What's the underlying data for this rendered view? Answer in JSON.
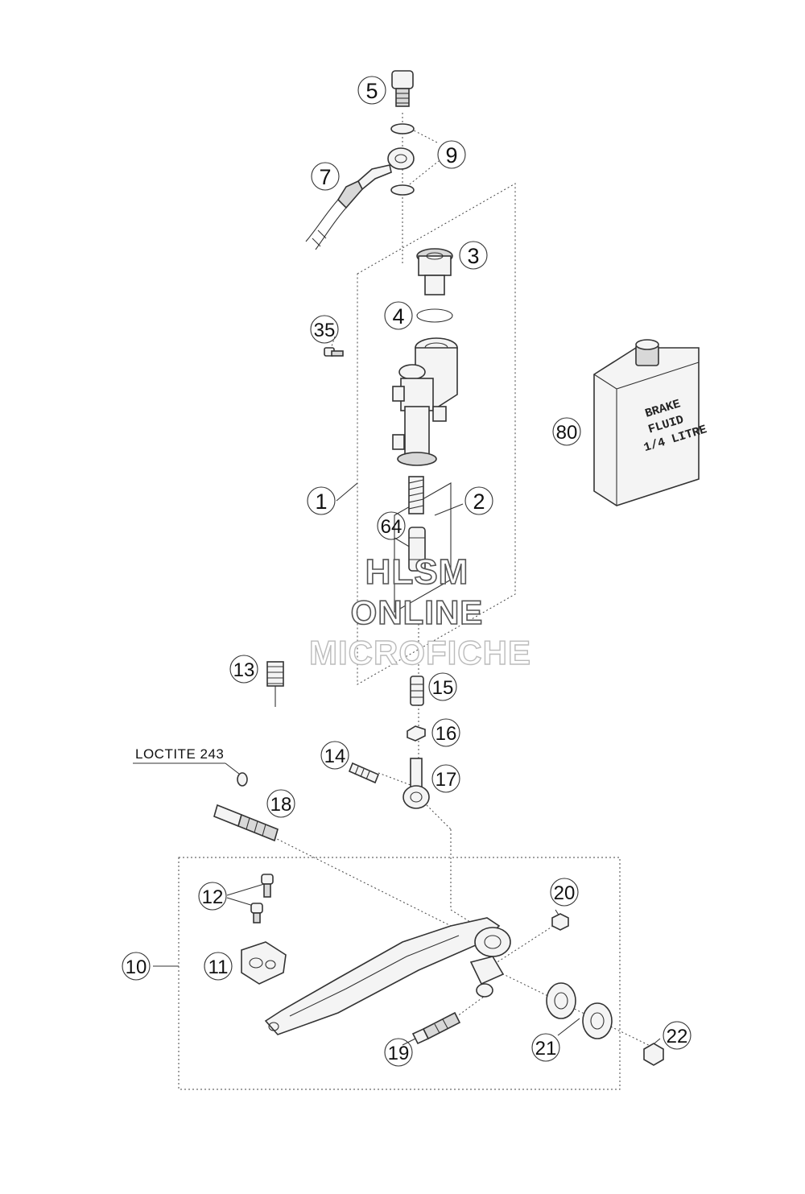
{
  "callouts": [
    {
      "id": "c5",
      "label": "5"
    },
    {
      "id": "c9",
      "label": "9"
    },
    {
      "id": "c7",
      "label": "7"
    },
    {
      "id": "c3",
      "label": "3"
    },
    {
      "id": "c4",
      "label": "4"
    },
    {
      "id": "c35",
      "label": "35"
    },
    {
      "id": "c80",
      "label": "80"
    },
    {
      "id": "c1",
      "label": "1"
    },
    {
      "id": "c2",
      "label": "2"
    },
    {
      "id": "c64",
      "label": "64"
    },
    {
      "id": "c13",
      "label": "13"
    },
    {
      "id": "c15",
      "label": "15"
    },
    {
      "id": "c16",
      "label": "16"
    },
    {
      "id": "c14",
      "label": "14"
    },
    {
      "id": "c17",
      "label": "17"
    },
    {
      "id": "c18",
      "label": "18"
    },
    {
      "id": "c12",
      "label": "12"
    },
    {
      "id": "c20",
      "label": "20"
    },
    {
      "id": "c10",
      "label": "10"
    },
    {
      "id": "c11",
      "label": "11"
    },
    {
      "id": "c21",
      "label": "21"
    },
    {
      "id": "c22",
      "label": "22"
    },
    {
      "id": "c19",
      "label": "19"
    }
  ],
  "labels": {
    "loctite": "LOCTITE 243"
  },
  "brake_can": {
    "line1": "BRAKE",
    "line2": "FLUID",
    "line3": "1/4 LITRE"
  },
  "watermark": {
    "line1": "HLSM",
    "line2": "ONLINE",
    "line3": "MICROFICHE"
  }
}
